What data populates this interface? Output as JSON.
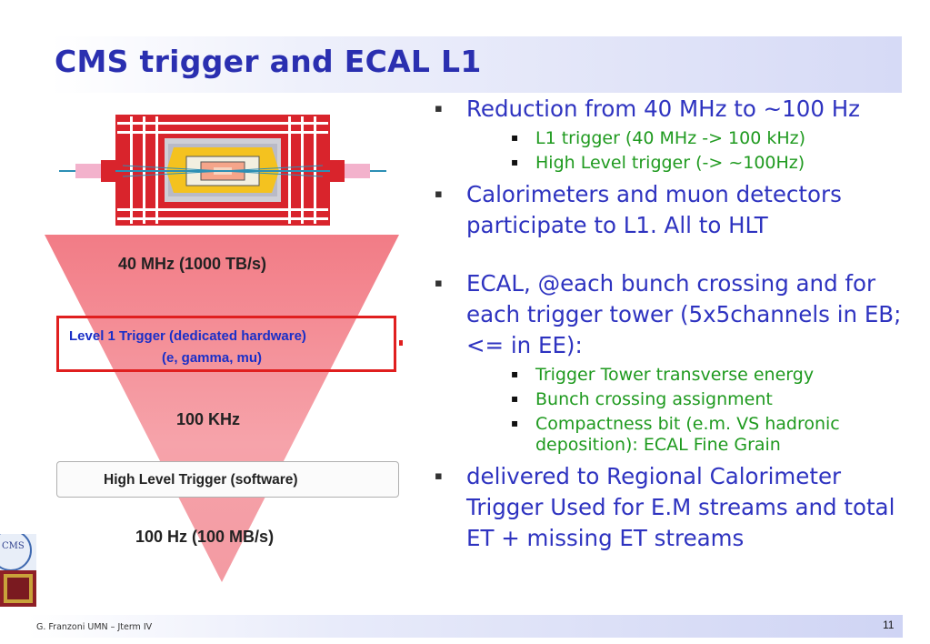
{
  "slide": {
    "title": "CMS trigger and ECAL L1",
    "footer": "G. Franzoni UMN – Jterm IV",
    "page_number": "11"
  },
  "figure": {
    "rate_top": "40 MHz (1000 TB/s)",
    "l1_line1": "Level 1 Trigger (dedicated hardware)",
    "l1_line2": "(e, gamma, mu)",
    "rate_mid": "100 KHz",
    "hlt_label": "High Level Trigger (software)",
    "rate_bottom": "100 Hz (100 MB/s)"
  },
  "logo": {
    "text": "CMS"
  },
  "bullets": [
    {
      "text": "Reduction from 40 MHz to ~100 Hz",
      "sub": [
        "L1 trigger (40 MHz -> 100 kHz)",
        "High Level trigger (-> ~100Hz)"
      ]
    },
    {
      "text": "Calorimeters and muon detectors participate to L1. All to HLT",
      "sub": []
    },
    {
      "text": "ECAL, @each bunch crossing and for each trigger tower (5x5channels in EB; <= in EE):",
      "sub": [
        "Trigger Tower transverse energy",
        "Bunch crossing assignment",
        "Compactness bit (e.m. VS hadronic deposition): ECAL Fine Grain"
      ]
    },
    {
      "text": "delivered to Regional Calorimeter Trigger Used for E.M streams and total ET + missing ET streams",
      "sub": []
    }
  ],
  "colors": {
    "title": "#2a2fb0",
    "bullet_text": "#2e33c0",
    "sub_bullet_text": "#1f9a1f",
    "funnel": "#f4a0a6",
    "l1_box_border": "#e01f1f"
  }
}
